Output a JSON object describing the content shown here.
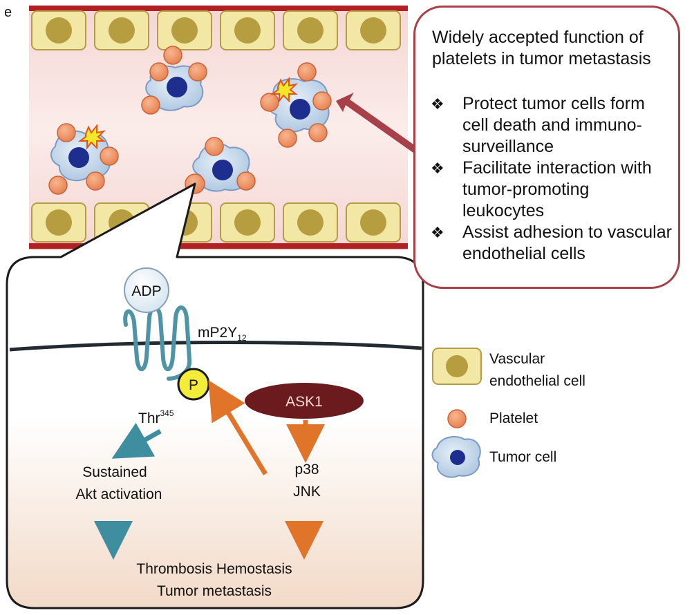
{
  "panel_label": "e",
  "callout": {
    "title": "Widely accepted function of platelets in tumor metastasis",
    "bullet_icon": "four-diamond-bullet",
    "bullets": [
      "Protect tumor cells form cell death and immuno-surveillance",
      "Facilitate interaction with tumor-promoting leukocytes",
      "Assist adhesion to vascular endothelial cells"
    ]
  },
  "pathway": {
    "ligand": "ADP",
    "receptor_base": "mP2Y",
    "receptor_sub": "12",
    "phospho": "P",
    "residue_base": "Thr",
    "residue_sup": "345",
    "kinase": "ASK1",
    "left_outcome_line1": "Sustained",
    "left_outcome_line2": "Akt activation",
    "right_mid_line1": "p38",
    "right_mid_line2": "JNK",
    "final_line1": "Thrombosis Hemostasis",
    "final_line2": "Tumor metastasis"
  },
  "legend": {
    "endothelial_line1": "Vascular",
    "endothelial_line2": "endothelial cell",
    "platelet": "Platelet",
    "tumor": "Tumor cell"
  },
  "colors": {
    "vessel_wall": "#b22024",
    "endothelial_fill": "#f3e7a6",
    "endothelial_nucleus": "#b59d40",
    "lumen": "#f7dedd",
    "platelet": "#ee9060",
    "tumor_cell": "#c8d9ec",
    "tumor_nucleus": "#1d2e8e",
    "receptor": "#4f94a6",
    "teal_arrow": "#3f8ea0",
    "orange_arrow": "#e07428",
    "ask1": "#6b1a1e",
    "phospho": "#f4ec3a",
    "callout_border": "#a8404a"
  }
}
